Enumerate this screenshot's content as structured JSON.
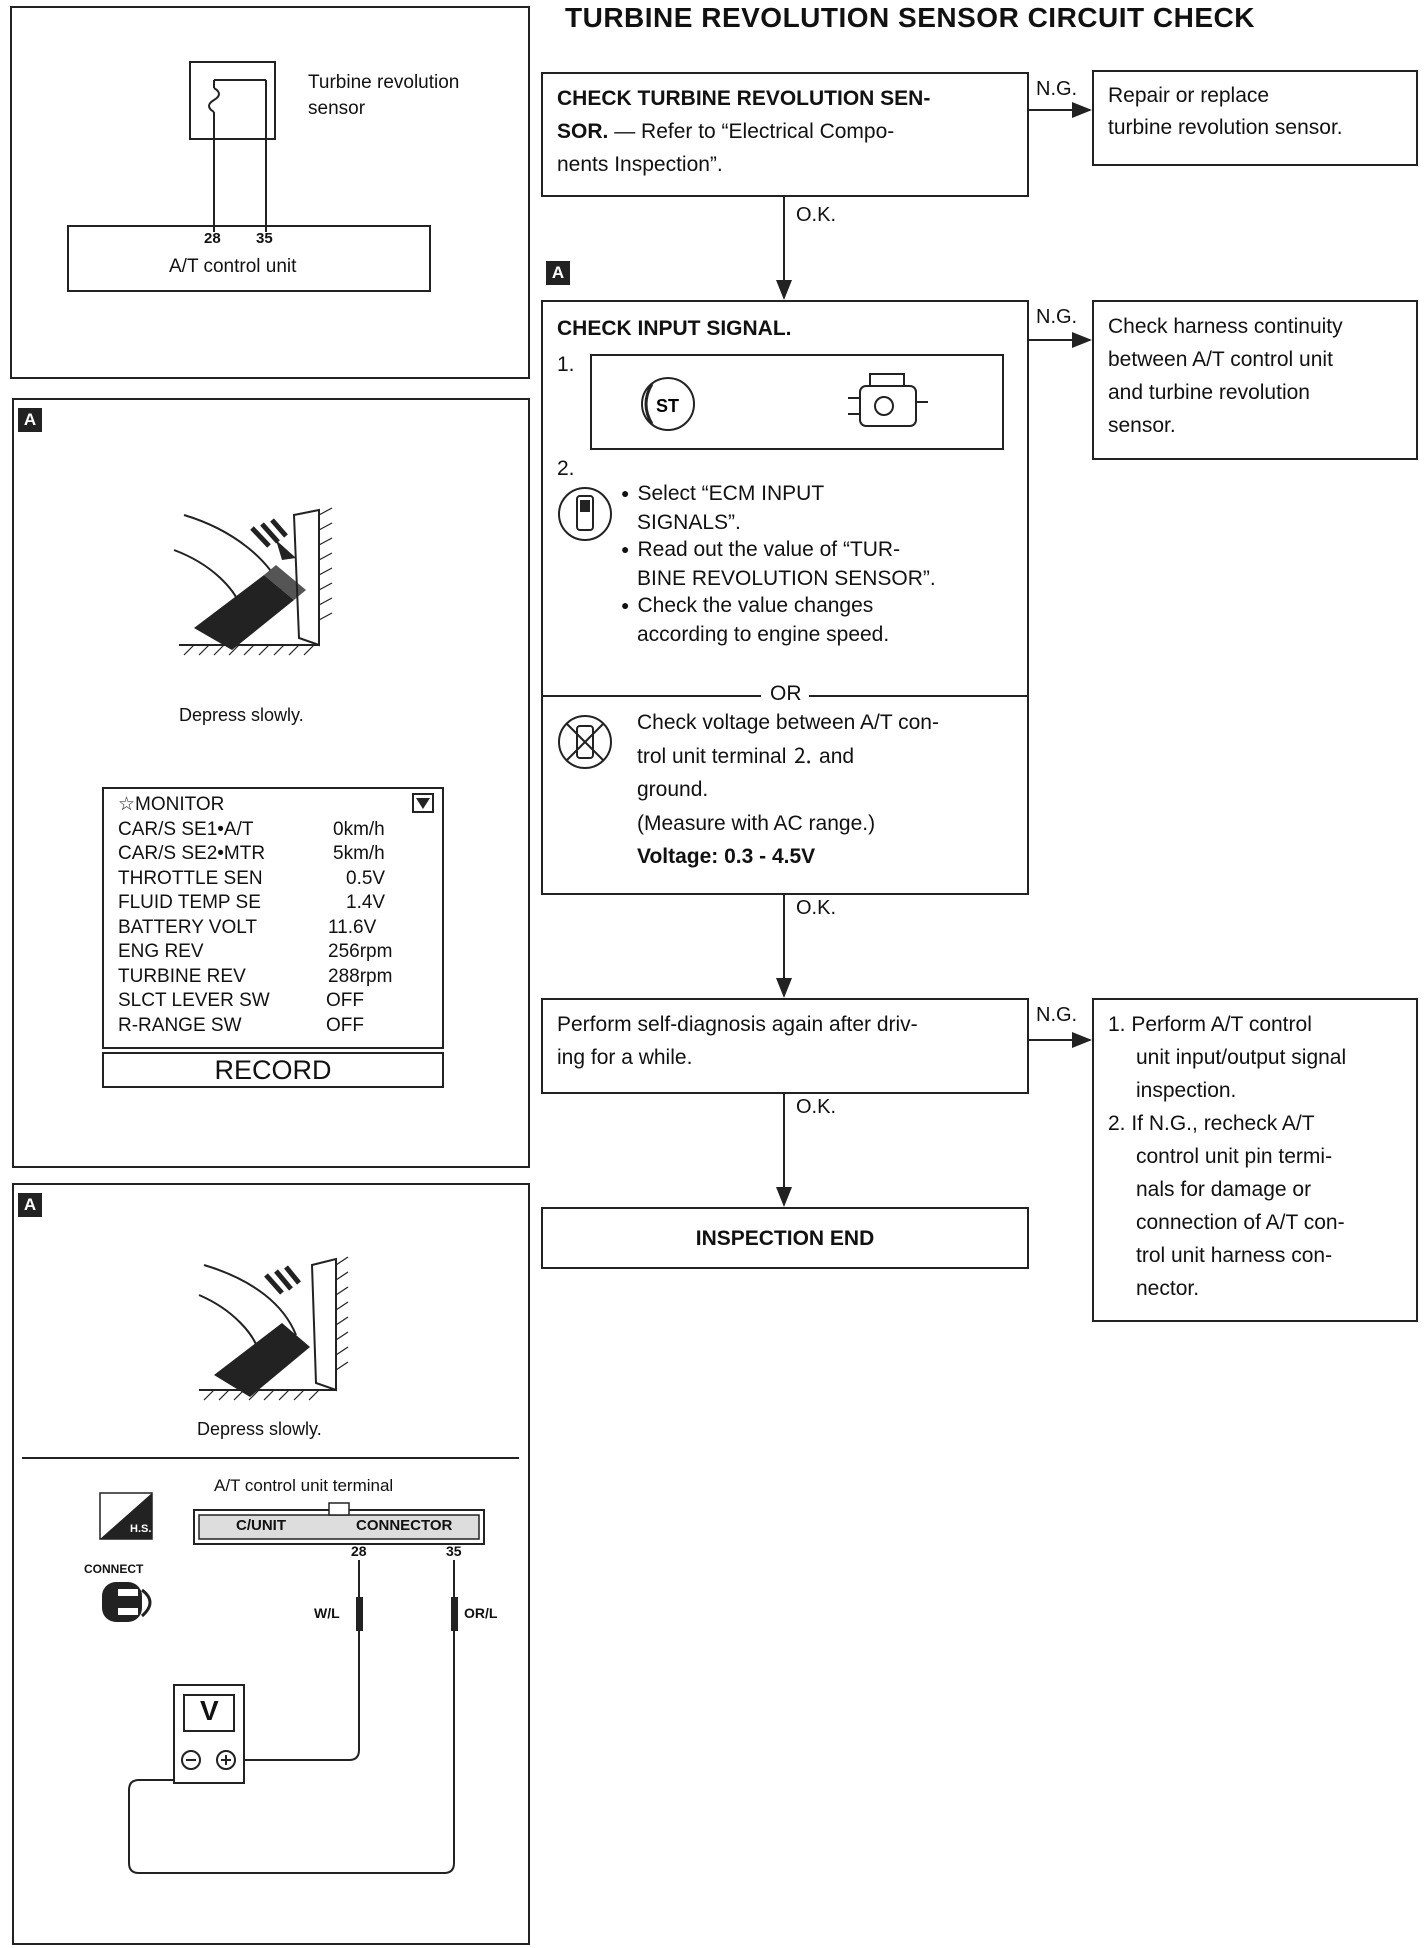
{
  "page_title": "TURBINE REVOLUTION SENSOR CIRCUIT CHECK",
  "circuit": {
    "sensor_label": "Turbine revolution sensor",
    "terminal_a": "28",
    "terminal_b": "35",
    "unit_label": "A/T control unit"
  },
  "panel_a1": {
    "tag": "A",
    "caption": "Depress slowly.",
    "monitor": {
      "title": "☆MONITOR",
      "rows": [
        {
          "name": "CAR/S SE1•A/T",
          "value": "0km/h"
        },
        {
          "name": "CAR/S SE2•MTR",
          "value": "5km/h"
        },
        {
          "name": "THROTTLE SEN",
          "value": "0.5V"
        },
        {
          "name": "FLUID TEMP SE",
          "value": "1.4V"
        },
        {
          "name": "BATTERY VOLT",
          "value": "11.6V"
        },
        {
          "name": "ENG REV",
          "value": "256rpm"
        },
        {
          "name": "TURBINE REV",
          "value": "288rpm"
        },
        {
          "name": "SLCT LEVER SW",
          "value": "OFF"
        },
        {
          "name": "R-RANGE SW",
          "value": "OFF"
        }
      ],
      "record_label": "RECORD"
    }
  },
  "panel_a2": {
    "tag": "A",
    "caption": "Depress slowly.",
    "terminal_title": "A/T control unit terminal",
    "connector_left": "C/UNIT",
    "connector_right": "CONNECTOR",
    "pin_a": "28",
    "pin_b": "35",
    "wire_a": "W/L",
    "wire_b": "OR/L",
    "hs_label": "H.S.",
    "connect_label": "CONNECT",
    "meter_label": "V"
  },
  "flow": {
    "step1": {
      "title": "CHECK TURBINE REVOLUTION SEN-",
      "title2": "SOR.",
      "text": "— Refer to “Electrical Compo-",
      "text2": "nents Inspection”."
    },
    "step1_ng": "N.G.",
    "step1_fix_1": "Repair or replace",
    "step1_fix_2": "turbine revolution sensor.",
    "ok1": "O.K.",
    "tag_a": "A",
    "step2": {
      "title": "CHECK INPUT SIGNAL.",
      "n1": "1.",
      "n2": "2.",
      "b1a": "Select “ECM INPUT",
      "b1b": "SIGNALS”.",
      "b2a": "Read out the value of “TUR-",
      "b2b": "BINE REVOLUTION SENSOR”.",
      "b3a": "Check the value changes",
      "b3b": "according to engine speed.",
      "or": "OR",
      "v1": "Check voltage between A/T con-",
      "v2": "trol unit terminal ⒉ and",
      "v3": "ground.",
      "v4": "(Measure with AC range.)",
      "v5": "Voltage: 0.3 - 4.5V"
    },
    "step2_ng": "N.G.",
    "step2_fix": [
      "Check harness continuity",
      "between A/T control unit",
      "and turbine revolution",
      "sensor."
    ],
    "ok2": "O.K.",
    "step3_1": "Perform self-diagnosis again after driv-",
    "step3_2": "ing for a while.",
    "step3_ng": "N.G.",
    "step3_fix": [
      "1. Perform A/T control",
      "unit input/output signal",
      "inspection.",
      "2. If N.G., recheck A/T",
      "control unit pin termi-",
      "nals for damage or",
      "connection of A/T con-",
      "trol unit harness con-",
      "nector."
    ],
    "ok3": "O.K.",
    "end": "INSPECTION END"
  }
}
